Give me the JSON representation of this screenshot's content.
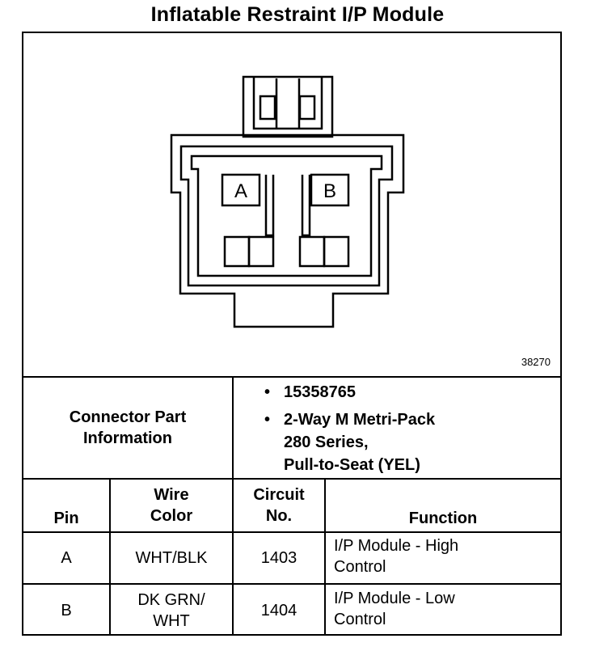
{
  "title": "Inflatable Restraint I/P Module",
  "diagram": {
    "figure_number": "38270",
    "cavity_a": "A",
    "cavity_b": "B"
  },
  "connector_info": {
    "label_line1": "Connector Part",
    "label_line2": "Information",
    "part_number": "15358765",
    "description_line1": "2-Way M Metri-Pack",
    "description_line2": "280 Series,",
    "description_line3": "Pull-to-Seat (YEL)"
  },
  "table": {
    "headers": {
      "pin": "Pin",
      "wire_color_line1": "Wire",
      "wire_color_line2": "Color",
      "circuit_line1": "Circuit",
      "circuit_line2": "No.",
      "function": "Function"
    },
    "rows": [
      {
        "pin": "A",
        "wire_color_line1": "WHT/BLK",
        "wire_color_line2": "",
        "circuit": "1403",
        "function_line1": "I/P Module - High",
        "function_line2": "Control"
      },
      {
        "pin": "B",
        "wire_color_line1": "DK GRN/",
        "wire_color_line2": "WHT",
        "circuit": "1404",
        "function_line1": "I/P Module - Low",
        "function_line2": "Control"
      }
    ]
  }
}
